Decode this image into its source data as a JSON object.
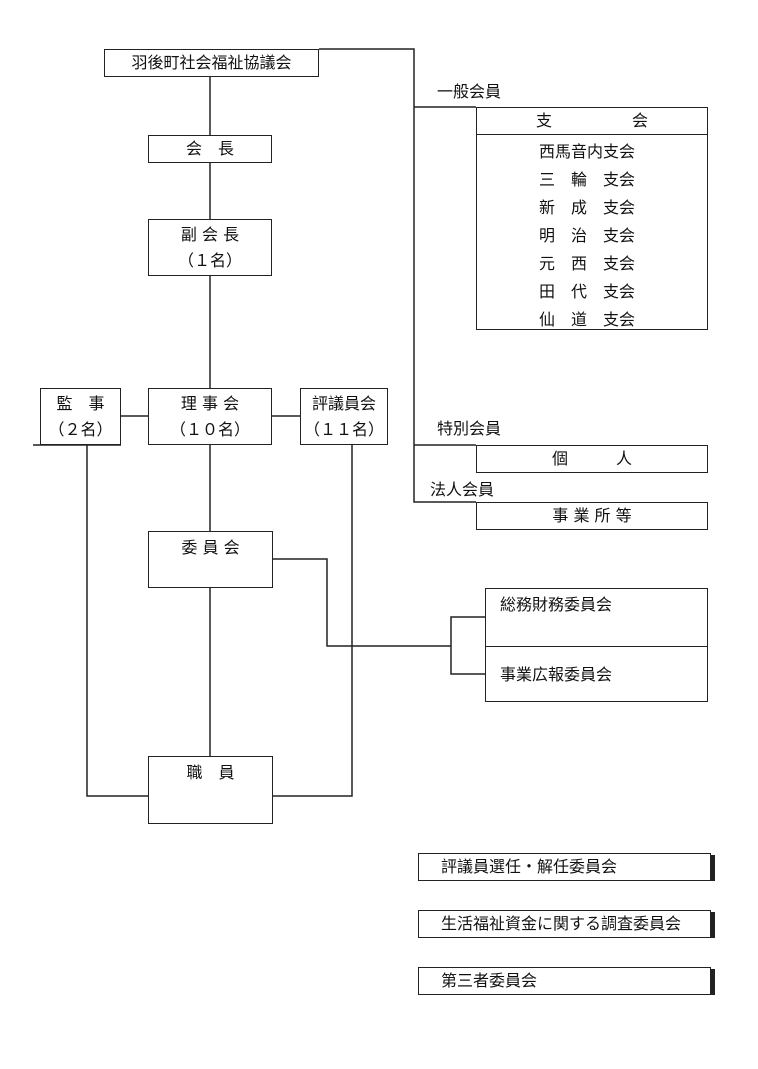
{
  "org": {
    "name": "羽後町社会福祉協議会",
    "president": "会　長",
    "vice_president": {
      "title": "副 会 長",
      "count": "（１名）"
    },
    "auditors": {
      "title": "監　事",
      "count": "（２名）"
    },
    "board": {
      "title": "理 事 会",
      "count": "（１０名）"
    },
    "councilors": {
      "title": "評議員会",
      "count": "（１１名）"
    },
    "committee": "委 員 会",
    "staff": "職　員",
    "committees": [
      "総務財務委員会",
      "事業広報委員会"
    ]
  },
  "members": {
    "general_label": "一般会員",
    "branch_header": "支　　　　　会",
    "branches": [
      "西馬音内支会",
      "三　輪　支会",
      "新　成　支会",
      "明　治　支会",
      "元　西　支会",
      "田　代　支会",
      "仙　道　支会"
    ],
    "special_label": "特別会員",
    "special_box": "個　　　人",
    "corporate_label": "法人会員",
    "corporate_box": "事 業 所 等"
  },
  "other_committees": [
    "評議員選任・解任委員会",
    "生活福祉資金に関する調査委員会",
    "第三者委員会"
  ]
}
